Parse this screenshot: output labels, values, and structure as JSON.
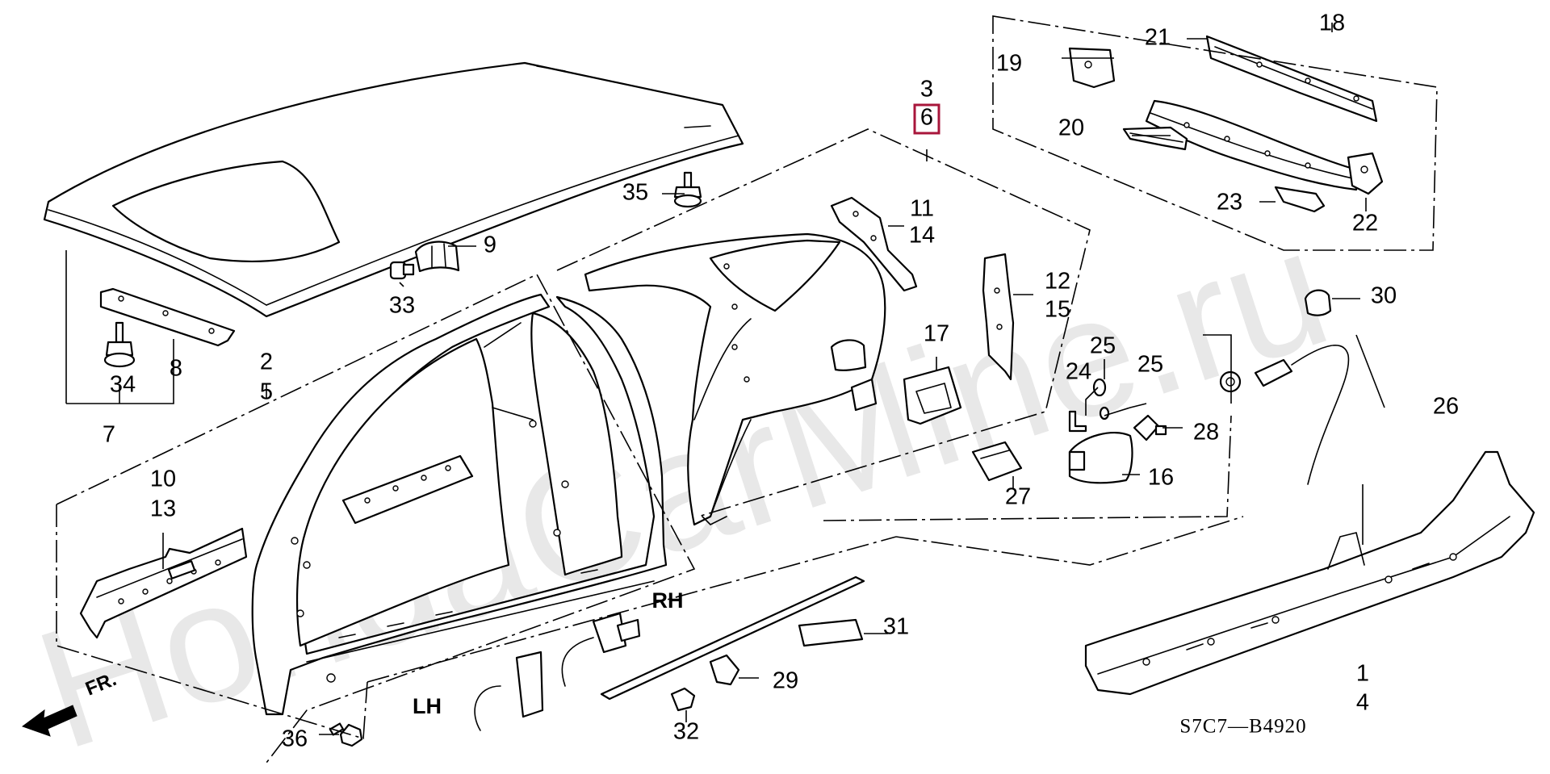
{
  "diagram_code": "S7C7—B4920",
  "watermark": "HondaCarMine.ru",
  "highlight_color": "#a8163b",
  "front_marker": {
    "label": "FR.",
    "icon": "front-direction-arrow-icon"
  },
  "side_labels": {
    "rh": "RH",
    "lh": "LH"
  },
  "callouts": {
    "n1": "1",
    "n2": "2",
    "n3": "3",
    "n4": "4",
    "n5": "5",
    "n6": "6",
    "n7": "7",
    "n8": "8",
    "n9": "9",
    "n10": "10",
    "n11": "11",
    "n12": "12",
    "n13": "13",
    "n14": "14",
    "n15": "15",
    "n16": "16",
    "n17": "17",
    "n18": "18",
    "n19": "19",
    "n20": "20",
    "n21": "21",
    "n22": "22",
    "n23": "23",
    "n24": "24",
    "n25a": "25",
    "n25b": "25",
    "n26": "26",
    "n27": "27",
    "n28": "28",
    "n29": "29",
    "n30": "30",
    "n31": "31",
    "n32": "32",
    "n33": "33",
    "n34": "34",
    "n35": "35",
    "n36": "36"
  },
  "highlighted_callout": "6"
}
